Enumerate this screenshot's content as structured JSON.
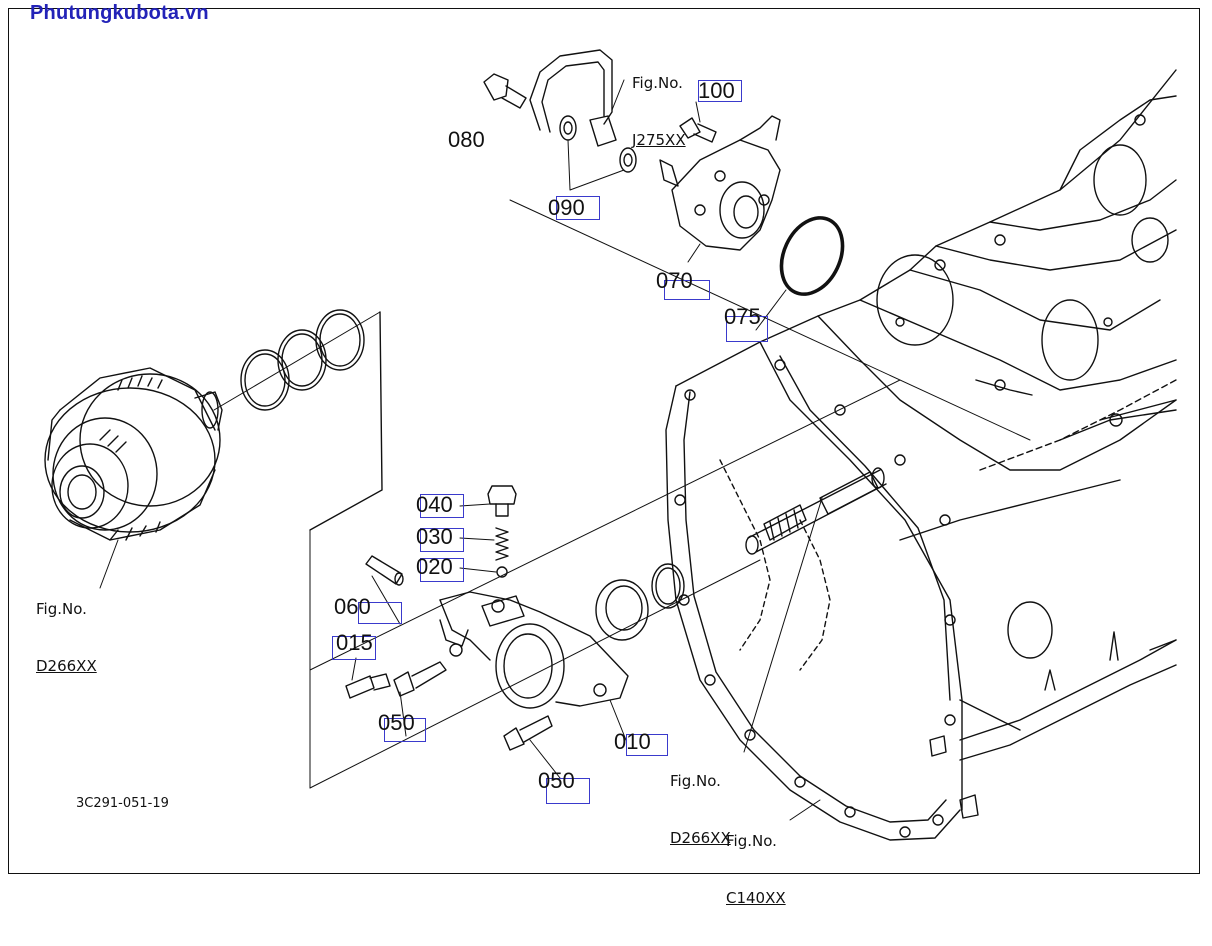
{
  "watermark": "Phutungkubota.vn",
  "drawing_code": "3C291-051-19",
  "part_labels": {
    "p080": "080",
    "p090": "090",
    "p100": "100",
    "p070": "070",
    "p075": "075",
    "p040": "040",
    "p030": "030",
    "p020": "020",
    "p060": "060",
    "p015": "015",
    "p050a": "050",
    "p050b": "050",
    "p010": "010"
  },
  "fig_refs": {
    "j275": {
      "title": "Fig.No.",
      "code": "J275XX"
    },
    "d266_left": {
      "title": "Fig.No.",
      "code": "D266XX"
    },
    "d266_right": {
      "title": "Fig.No.",
      "code": "D266XX"
    },
    "c140": {
      "title": "Fig.No.",
      "code": "C140XX"
    }
  },
  "colors": {
    "watermark": "#2323b8",
    "label_box": "#3a3acc",
    "line": "#111111"
  }
}
